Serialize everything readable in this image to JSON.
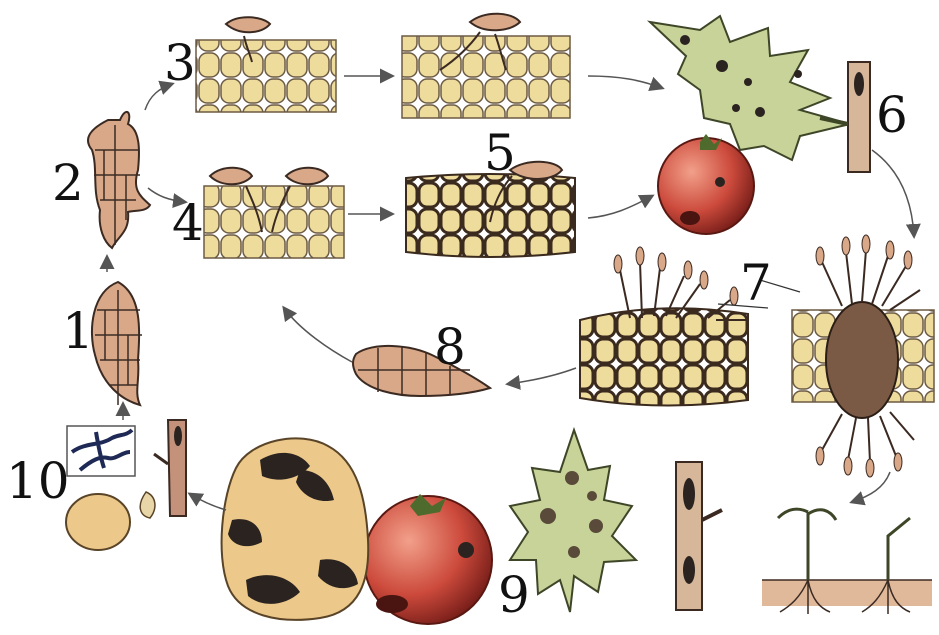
{
  "stage_labels": [
    "1",
    "2",
    "3",
    "4",
    "5",
    "6",
    "7",
    "8",
    "9",
    "10"
  ],
  "colors": {
    "cell_fill": "#eedc9c",
    "cell_outline": "#5a4a3a",
    "spore_fill": "#d8a888",
    "lesion": "#2b2320",
    "leaf": "#c8d39a",
    "tomato": "#c8463a",
    "potato": "#ecc98a",
    "stem": "#d7b79a",
    "soil": "#e0b89a",
    "arrow": "#555555"
  }
}
